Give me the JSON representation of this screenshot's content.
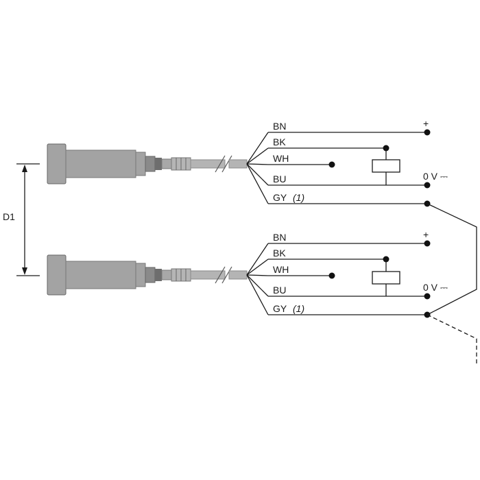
{
  "dimension_label": "D1",
  "colors": {
    "sensor_body": "#a3a3a3",
    "sensor_dark": "#7f7f7f",
    "cable": "#b4b4b4",
    "line": "#1a1a1a"
  },
  "sensors": [
    {
      "wires": [
        {
          "code": "BN",
          "terminal": "+"
        },
        {
          "code": "BK"
        },
        {
          "code": "WH"
        },
        {
          "code": "BU",
          "terminal": "0 V ⎓"
        },
        {
          "code": "GY",
          "note": "(1)"
        }
      ]
    },
    {
      "wires": [
        {
          "code": "BN",
          "terminal": "+"
        },
        {
          "code": "BK"
        },
        {
          "code": "WH"
        },
        {
          "code": "BU",
          "terminal": "0 V ⎓"
        },
        {
          "code": "GY",
          "note": "(1)"
        }
      ]
    }
  ]
}
